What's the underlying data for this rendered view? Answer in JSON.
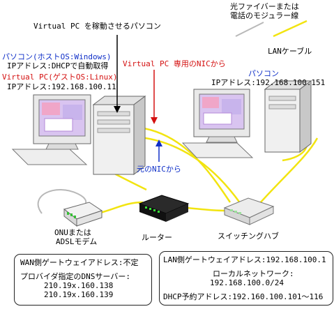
{
  "colors": {
    "lan_cable": "#f2e410",
    "fiber_cable": "#b8b8b8",
    "red": "#d41010",
    "blue": "#1030c8"
  },
  "legend": {
    "fiber": [
      "光ファイバーまたは",
      "電話のモジュラー線"
    ],
    "lan": "LANケーブル"
  },
  "host_pointer": "Virtual PC を稼動させるパソコン",
  "left_pc": {
    "line1": "パソコン(ホストOS:Windows)",
    "line2": "IPアドレス:DHCPで自動取得",
    "line3": "Virtual PC(ゲストOS:Linux)",
    "line4": "IPアドレス:192.168.100.11"
  },
  "vpc_nic": "Virtual PC 専用のNICから",
  "orig_nic": "元のNICから",
  "right_pc": {
    "line1": "パソコン",
    "line2": "IPアドレス:192.168.100.151"
  },
  "devices": {
    "onu": [
      "ONUまたは",
      "ADSLモデム"
    ],
    "router": "ルーター",
    "switch": "スイッチングハブ"
  },
  "wan_box": {
    "gateway": "WAN側ゲートウェイアドレス:不定",
    "dns_title": "プロバイダ指定のDNSサーバー:",
    "dns1": "210.19x.160.138",
    "dns2": "210.19x.160.139"
  },
  "lan_box": {
    "gateway": "LAN側ゲートウェイアドレス:192.168.100.1",
    "network_title": "ローカルネットワーク:",
    "network": "192.168.100.0/24",
    "dhcp": "DHCP予約アドレス:192.160.100.101～116"
  }
}
